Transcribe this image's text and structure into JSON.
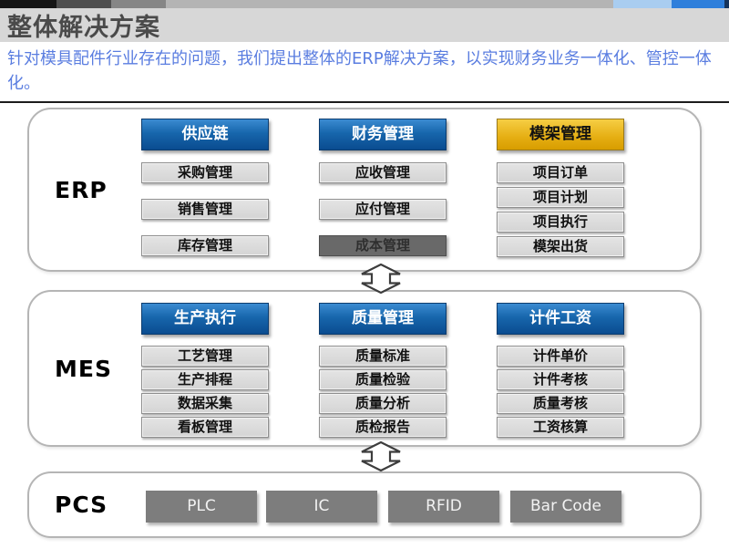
{
  "title": "整体解决方案",
  "subtitle": "针对模具配件行业存在的问题，我们提出整体的ERP解决方案，以实现财务业务一体化、管控一体化。",
  "colors": {
    "header_blue_top": "#3b8bd1",
    "header_blue_bottom": "#0a4c90",
    "header_gold": "#e0a800",
    "subtitle_blue": "#5a7de0",
    "title_band_gray": "#d7d7d7",
    "item_box_gray": "#d9d9d9",
    "dark_item_gray": "#696969",
    "pcs_box_gray": "#7d7d7d",
    "accent_bar_blue": "#2f7fdb"
  },
  "icons": {
    "layer_connector": "updown-arrow-icon"
  },
  "erp": {
    "label": "ERP",
    "col1": {
      "header": "供应链",
      "items": [
        "采购管理",
        "销售管理",
        "库存管理"
      ]
    },
    "col2": {
      "header": "财务管理",
      "items": [
        "应收管理",
        "应付管理",
        "成本管理"
      ]
    },
    "col3": {
      "header": "模架管理",
      "items": [
        "项目订单",
        "项目计划",
        "项目执行",
        "模架出货"
      ]
    }
  },
  "mes": {
    "label": "MES",
    "col1": {
      "header": "生产执行",
      "items": [
        "工艺管理",
        "生产排程",
        "数据采集",
        "看板管理"
      ]
    },
    "col2": {
      "header": "质量管理",
      "items": [
        "质量标准",
        "质量检验",
        "质量分析",
        "质检报告"
      ]
    },
    "col3": {
      "header": "计件工资",
      "items": [
        "计件单价",
        "计件考核",
        "质量考核",
        "工资核算"
      ]
    }
  },
  "pcs": {
    "label": "PCS",
    "items": [
      "PLC",
      "IC",
      "RFID",
      "Bar Code"
    ]
  }
}
